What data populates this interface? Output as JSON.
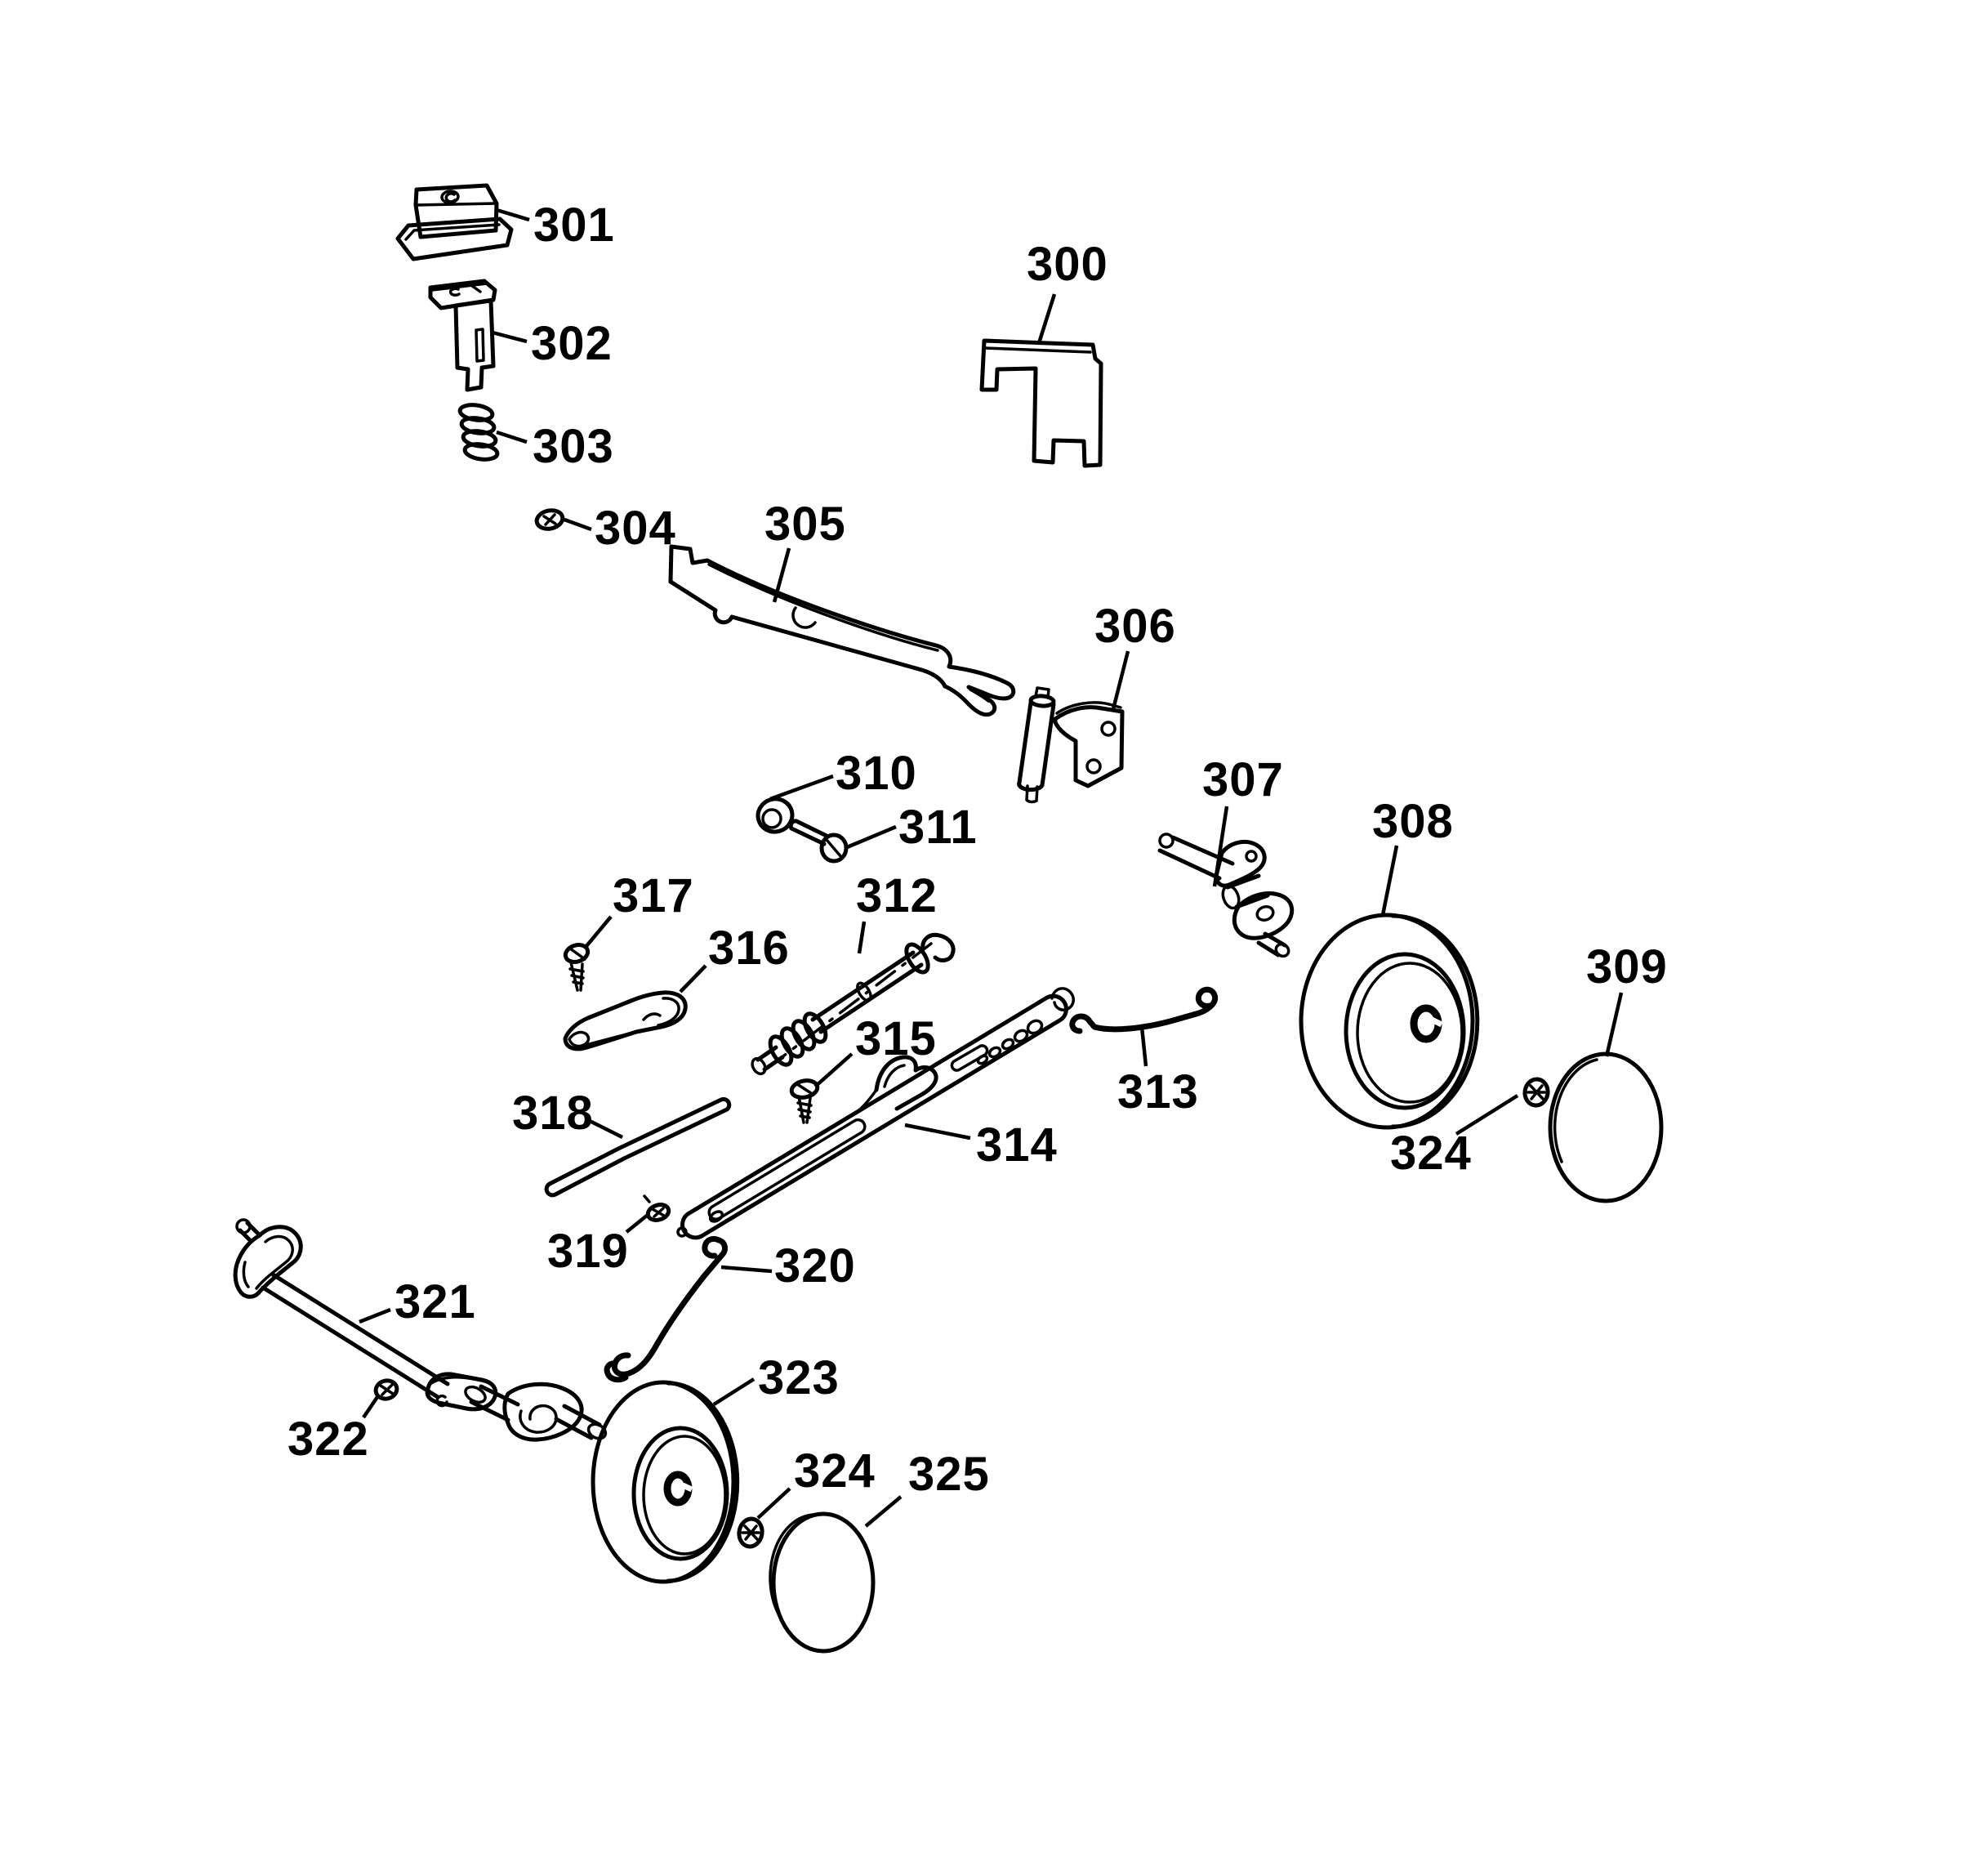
{
  "diagram": {
    "background_color": "#ffffff",
    "line_color": "#000000",
    "labels": {
      "l300": "300",
      "l301": "301",
      "l302": "302",
      "l303": "303",
      "l304": "304",
      "l305": "305",
      "l306": "306",
      "l307": "307",
      "l308": "308",
      "l309": "309",
      "l310": "310",
      "l311": "311",
      "l312": "312",
      "l313": "313",
      "l314": "314",
      "l315": "315",
      "l316": "316",
      "l317": "317",
      "l318": "318",
      "l319": "319",
      "l320": "320",
      "l321": "321",
      "l322": "322",
      "l323": "323",
      "l324a": "324",
      "l324b": "324",
      "l325": "325"
    }
  }
}
